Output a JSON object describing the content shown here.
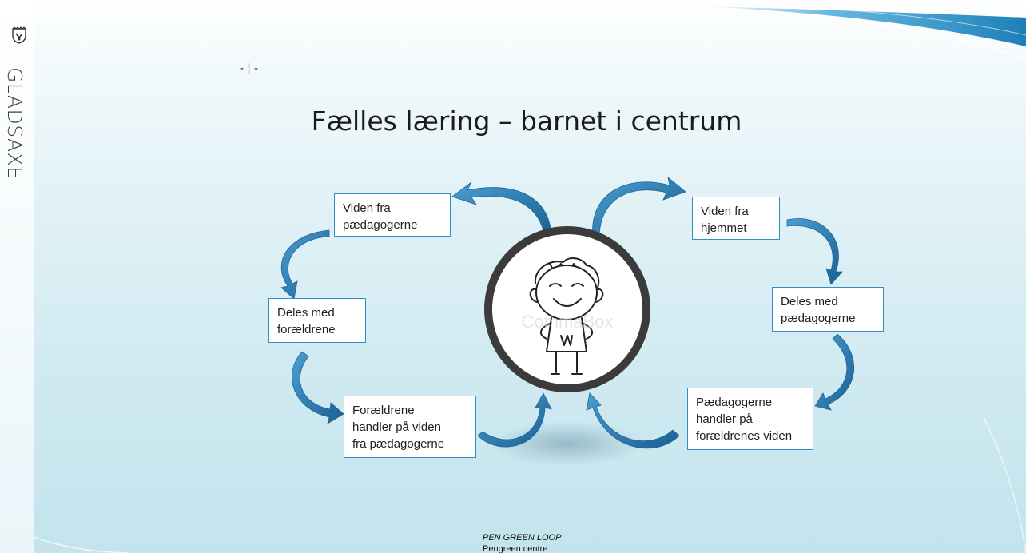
{
  "brand": {
    "name": "GLADSAXE"
  },
  "slide": {
    "title": "Fælles læring – barnet i centrum"
  },
  "diagram": {
    "center_watermark": "CommaBox",
    "boxes": {
      "viden_paedagoger": "Viden fra\npædagogerne",
      "deles_foraeldre": "Deles med\nforældrene",
      "foraeldre_handler": "Forældrene\nhandler på viden\nfra pædagogerne",
      "viden_hjemmet": "Viden fra\nhjemmet",
      "deles_paedagoger": "Deles med\npædagogerne",
      "paedagoger_handler": "Pædagogerne\nhandler på\nforældrenes viden"
    }
  },
  "credits": {
    "line1": "PEN GREEN LOOP",
    "line2": "Pengreen centre"
  },
  "colors": {
    "box_border": "#2f8fc5",
    "arrow": "#1f6fa6",
    "arrow_light": "#3f95c9"
  }
}
